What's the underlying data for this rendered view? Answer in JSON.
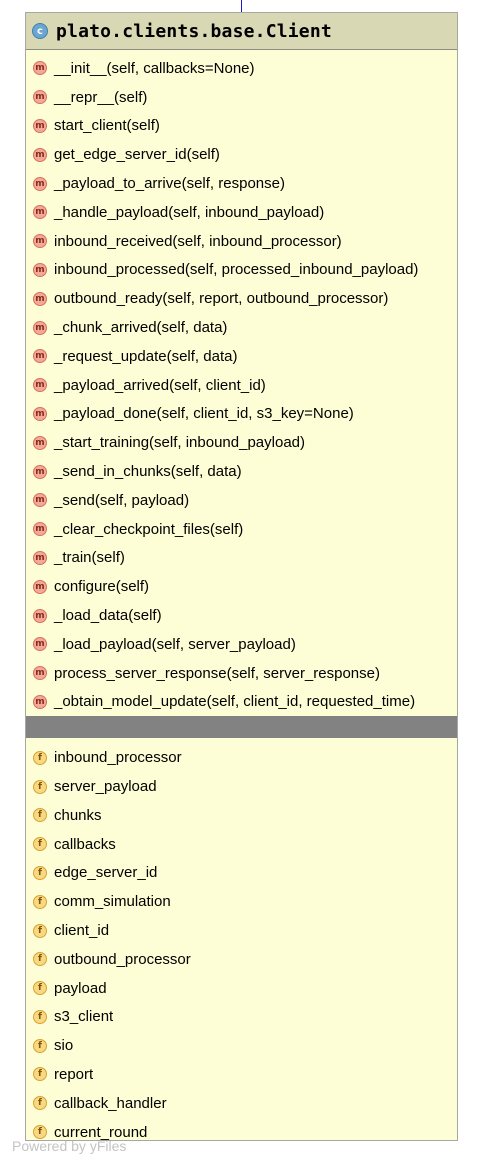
{
  "diagram": {
    "class_icon_letter": "c",
    "class_name": "plato.clients.base.Client",
    "method_icon_letter": "m",
    "field_icon_letter": "f",
    "colors": {
      "box_fill": "#fefed6",
      "header_fill": "#d8d8b4",
      "separator": "#828282",
      "method_icon": "#f3a99a",
      "field_icon": "#f9d783",
      "class_icon": "#6aa6cf"
    },
    "methods": [
      "__init__(self, callbacks=None)",
      "__repr__(self)",
      "start_client(self)",
      "get_edge_server_id(self)",
      "_payload_to_arrive(self, response)",
      "_handle_payload(self, inbound_payload)",
      "inbound_received(self, inbound_processor)",
      "inbound_processed(self, processed_inbound_payload)",
      "outbound_ready(self, report, outbound_processor)",
      "_chunk_arrived(self, data)",
      "_request_update(self, data)",
      "_payload_arrived(self, client_id)",
      "_payload_done(self, client_id, s3_key=None)",
      "_start_training(self, inbound_payload)",
      "_send_in_chunks(self, data)",
      "_send(self, payload)",
      "_clear_checkpoint_files(self)",
      "_train(self)",
      "configure(self)",
      "_load_data(self)",
      "_load_payload(self, server_payload)",
      "process_server_response(self, server_response)",
      "_obtain_model_update(self, client_id, requested_time)"
    ],
    "fields": [
      "inbound_processor",
      "server_payload",
      "chunks",
      "callbacks",
      "edge_server_id",
      "comm_simulation",
      "client_id",
      "outbound_processor",
      "payload",
      "s3_client",
      "sio",
      "report",
      "callback_handler",
      "current_round"
    ]
  },
  "footer": {
    "text": "Powered by yFiles"
  }
}
